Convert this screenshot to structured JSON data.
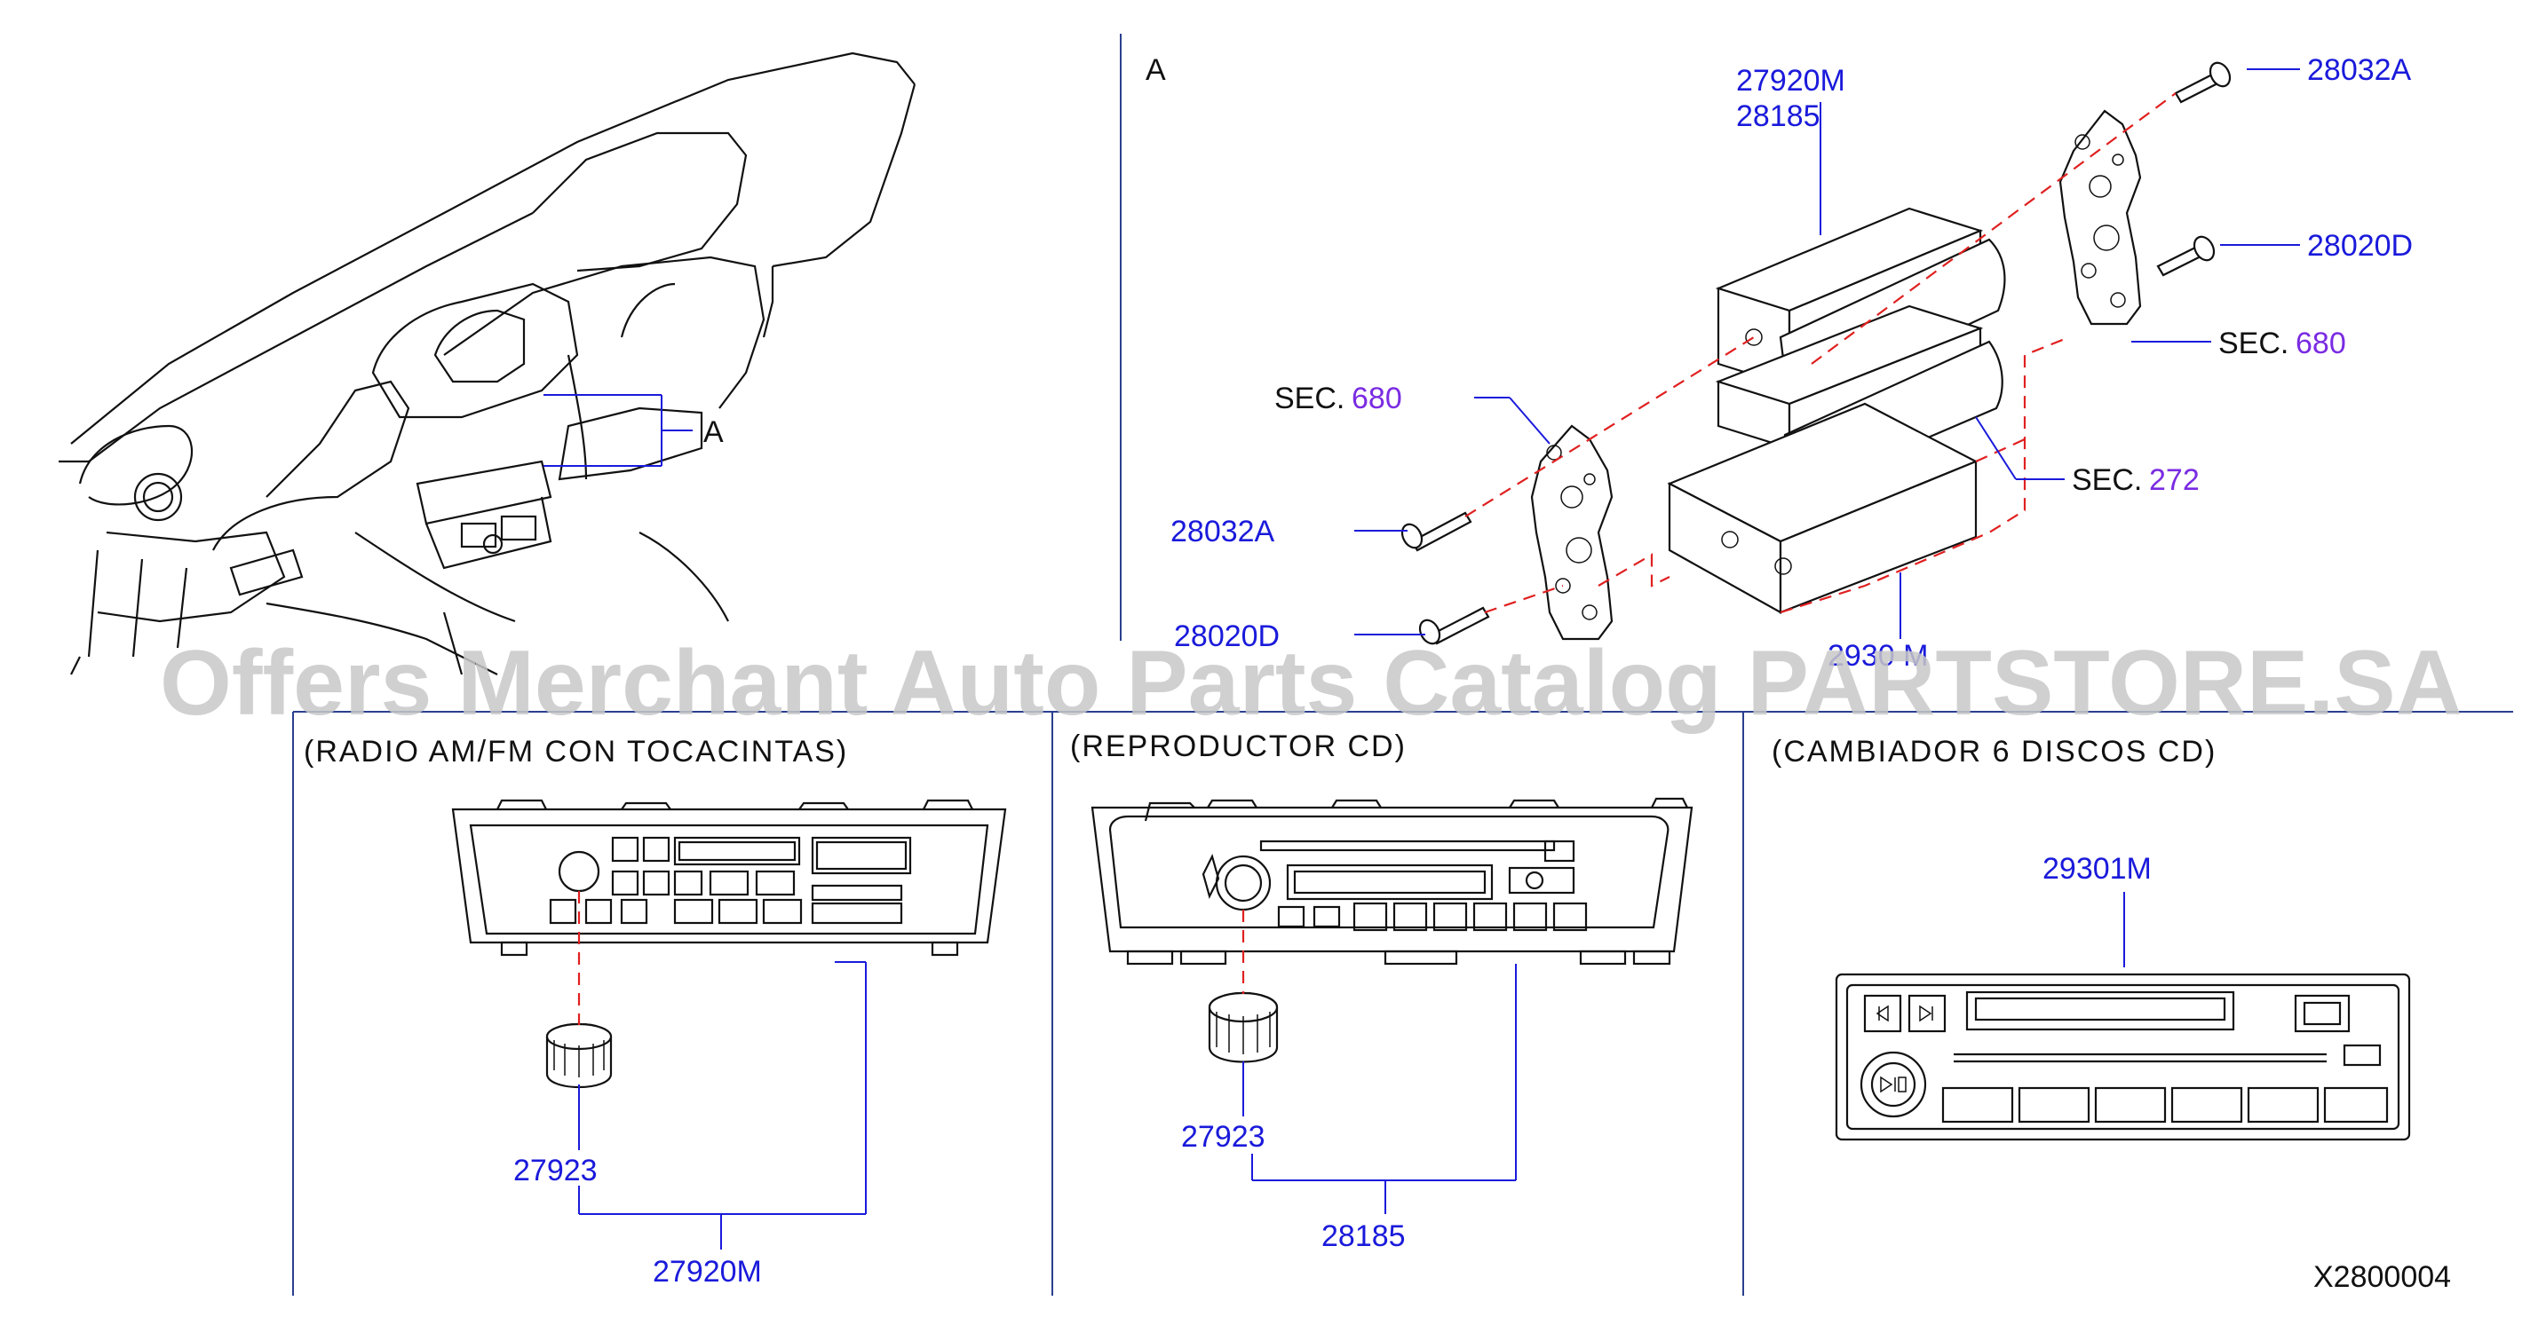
{
  "diagram": {
    "code": "X2800004",
    "watermark": "Offers Merchant Auto Parts Catalog PARTSTORE.SA",
    "view_marker": "A",
    "sections": {
      "radio": "(RADIO  AM/FM  CON  TOCACINTAS)",
      "cd_player": "(REPRODUCTOR  CD)",
      "changer": "(CAMBIADOR  6  DISCOS  CD)"
    },
    "parts": {
      "p27920M": "27920M",
      "p28185": "28185",
      "p28032A": "28032A",
      "p28020D": "28020D",
      "p27923": "27923",
      "p29301M": "29301M",
      "p2930": "2930 M"
    },
    "sec_prefix": "SEC.",
    "sec_refs": {
      "s680": "680",
      "s272": "272"
    },
    "colors": {
      "part_label": "#1a1adb",
      "section_ref": "#7a2be2",
      "hidden_line": "#e02020",
      "frame": "#2a3f8f"
    }
  }
}
